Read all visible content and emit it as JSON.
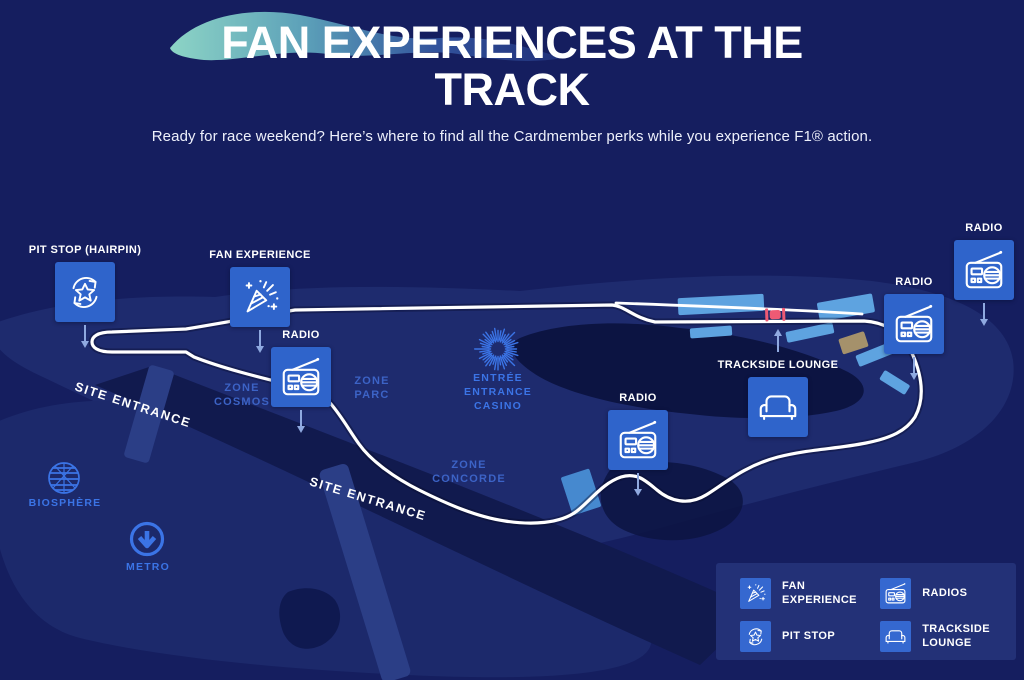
{
  "page": {
    "title_line1": "FAN EXPERIENCES AT THE",
    "title_line2": "TRACK",
    "subtitle": "Ready for race weekend? Here’s where to find all the Cardmember perks while you experience F1® action."
  },
  "colors": {
    "background": "#151e5f",
    "island": "#1e2b6e",
    "water_channel": "#111a4e",
    "lake": "#0c1442",
    "track_line": "#ffffff",
    "marker_box_blue": "#2f64cb",
    "legend_background": "#233177",
    "zone_text_blue": "#3c63c6",
    "landmark_blue": "#3b74e6",
    "grandstand_blue": "#5ea3e0",
    "building_tan": "#a5916b",
    "car_red": "#ee5a74",
    "wave_teal": "#90dcc6"
  },
  "markers": [
    {
      "id": "pit-stop-hairpin",
      "label": "PIT STOP (HAIRPIN)",
      "icon": "pit-stop-icon",
      "arrow": "down"
    },
    {
      "id": "fan-experience",
      "label": "FAN EXPERIENCE",
      "icon": "fan-experience-icon",
      "arrow": "down"
    },
    {
      "id": "radio-zone-cosmos",
      "label": "RADIO",
      "icon": "radio-icon",
      "arrow": "down"
    },
    {
      "id": "radio-zone-concorde",
      "label": "RADIO",
      "icon": "radio-icon",
      "arrow": "down"
    },
    {
      "id": "trackside-lounge",
      "label": "TRACKSIDE LOUNGE",
      "icon": "trackside-lounge-icon",
      "arrow": "up"
    },
    {
      "id": "radio-pit-straight",
      "label": "RADIO",
      "icon": "radio-icon",
      "arrow": "down"
    },
    {
      "id": "radio-east",
      "label": "RADIO",
      "icon": "radio-icon",
      "arrow": "down"
    }
  ],
  "places": {
    "zone_cosmos": "ZONE\nCOSMOS",
    "zone_parc": "ZONE\nPARC",
    "zone_concorde": "ZONE\nCONCORDE",
    "casino": "ENTRÉE\nENTRANCE\nCASINO",
    "site_entrance_west": "SITE ENTRANCE",
    "site_entrance_south": "SITE ENTRANCE",
    "biosphere": "BIOSPHÈRE",
    "metro": "METRO"
  },
  "legend": {
    "items": [
      {
        "label": "FAN\nEXPERIENCE",
        "icon": "fan-experience-icon"
      },
      {
        "label": "RADIOS",
        "icon": "radio-icon"
      },
      {
        "label": "PIT STOP",
        "icon": "pit-stop-icon"
      },
      {
        "label": "TRACKSIDE\nLOUNGE",
        "icon": "trackside-lounge-icon"
      }
    ]
  }
}
